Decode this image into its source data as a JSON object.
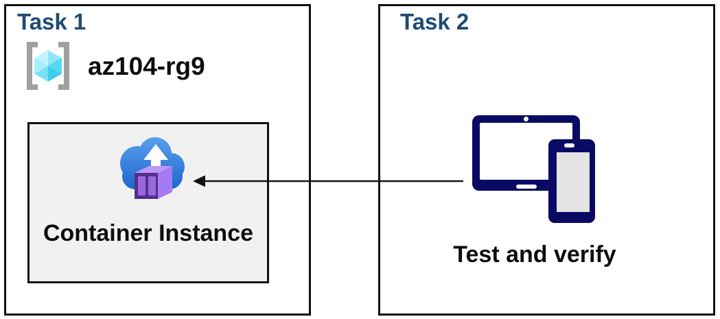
{
  "diagram": {
    "task1": {
      "title": "Task 1",
      "resource_group": {
        "name": "az104-rg9"
      },
      "container_instance": {
        "label": "Container Instance"
      }
    },
    "task2": {
      "title": "Task 2",
      "devices_label": "Test and verify"
    },
    "icons": {
      "resource_group": "azure-resource-group-icon",
      "container_instance": "azure-container-instances-icon",
      "devices": "tablet-and-phone-icon",
      "arrow": "left-arrow"
    },
    "colors": {
      "background": "#ffffff",
      "task_title": "#1d4b75",
      "text": "#0d0d0d",
      "border": "#0f0f0f",
      "box_fill": "#f1f1f1",
      "device_navy": "#0a0a64",
      "tablet_screen": "#ffffff",
      "phone_screen": "#e4e4e4",
      "bracket_gray": "#a0a0a0",
      "cube_face_1": "#c2f3fc",
      "cube_face_2": "#8fe6f7",
      "cube_face_3": "#55d8f1",
      "cube_face_4": "#3ecfee",
      "cube_face_5": "#79e0f4",
      "cube_face_6": "#a8eefa",
      "cloud_top": "#5ea0ef",
      "cloud_bottom": "#1a66c9",
      "upload_arrow": "#ffffff",
      "container_front": "#552d8f",
      "container_panel": "#9a68dc",
      "container_side": "#a67af4",
      "container_top": "#bd99f3",
      "arrow": "#141414"
    }
  }
}
